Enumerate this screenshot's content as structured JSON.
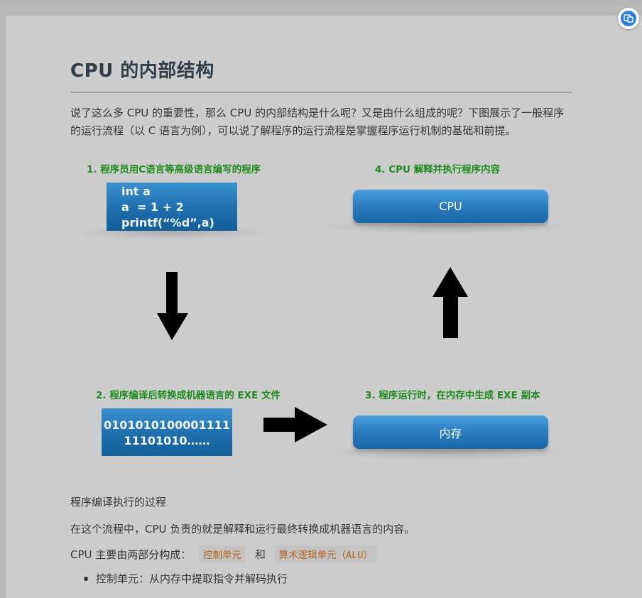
{
  "article": {
    "title": "CPU 的内部结构",
    "intro": "说了这么多 CPU 的重要性，那么 CPU 的内部结构是什么呢？又是由什么组成的呢？下图展示了一般程序的运行流程（以 C 语言为例），可以说了解程序的运行流程是掌握程序运行机制的基础和前提。"
  },
  "diagram": {
    "step1": {
      "label": "1. 程序员用C语言等高级语言编写的程序",
      "code": [
        "int a",
        "a  = 1 + 2",
        "printf(“%d”,a)"
      ]
    },
    "step2": {
      "label": "2. 程序编译后转换成机器语言的 EXE 文件",
      "code": [
        "0101010100001111",
        "11101010……"
      ]
    },
    "step3": {
      "label": "3. 程序运行时，在内存中生成 EXE 副本",
      "box": "内存"
    },
    "step4": {
      "label": "4. CPU 解释并执行程序内容",
      "box": "CPU"
    }
  },
  "body": {
    "caption": "程序编译执行的过程",
    "para1": "在这个流程中，CPU 负责的就是解释和运行最终转换成机器语言的内容。",
    "para2_prefix": "CPU 主要由两部分构成：",
    "chip1": "控制单元",
    "para2_and": "和",
    "chip2": "算术逻辑单元（ALU）",
    "bullets": [
      "控制单元：从内存中提取指令并解码执行"
    ]
  },
  "colors": {
    "step_label": "#1e8a1e",
    "box_blue": "#2a7cbf",
    "chip_text": "#b5651d"
  },
  "icons": {
    "float_button": "translate-icon"
  }
}
